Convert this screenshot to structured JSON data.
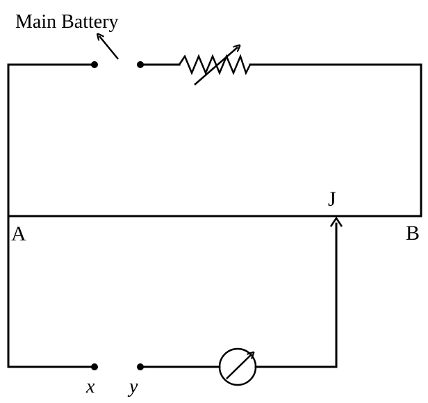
{
  "labels": {
    "main_battery": "Main Battery",
    "point_a": "A",
    "point_b": "B",
    "jockey": "J",
    "terminal_x": "x",
    "terminal_y": "y"
  },
  "components": {
    "main_battery_icon": "battery-gap",
    "rheostat_icon": "variable-resistor",
    "galvanometer_icon": "galvanometer",
    "jockey_icon": "arrow-up"
  }
}
